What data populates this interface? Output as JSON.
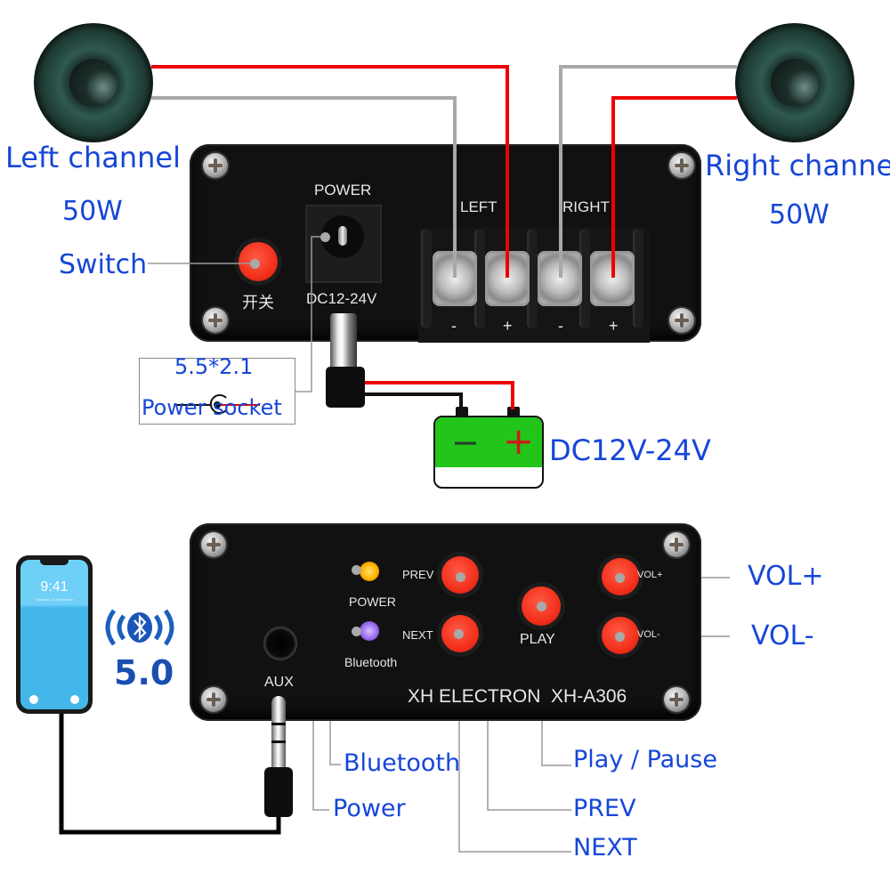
{
  "top_section": {
    "left_speaker": {
      "label": "Left channel",
      "power": "50W"
    },
    "right_speaker": {
      "label": "Right channel",
      "power": "50W"
    },
    "callouts": {
      "switch": "Switch",
      "socket_size": "5.5*2.1",
      "socket_label": "Power socket",
      "socket_minus": "-",
      "socket_plus": "+",
      "supply": "DC12V-24V"
    },
    "panel": {
      "power_label": "POWER",
      "switch_label": "开关",
      "voltage_label": "DC12-24V",
      "left_label": "LEFT",
      "right_label": "RIGHT",
      "terminals": [
        "-",
        "+",
        "-",
        "+"
      ]
    },
    "battery": {
      "minus": "−",
      "plus": "+",
      "color": "#22c51a"
    }
  },
  "bottom_section": {
    "phone": {
      "time": "9:41",
      "date": "Tuesday, 12 September"
    },
    "bluetooth_version": "5.0",
    "panel": {
      "power_led_label": "POWER",
      "bluetooth_led_label": "Bluetooth",
      "aux_label": "AUX",
      "prev_label": "PREV",
      "next_label": "NEXT",
      "play_label": "PLAY",
      "volup_label": "VOL+",
      "voldown_label": "VOL-",
      "brand": "XH ELECTRON  XH-A306"
    },
    "callouts": {
      "vol_up": "VOL+",
      "vol_down": "VOL-",
      "bluetooth": "Bluetooth",
      "power": "Power",
      "play_pause": "Play / Pause",
      "prev": "PREV",
      "next": "NEXT"
    },
    "led_colors": {
      "power": "#ffb300",
      "bluetooth": "#9b6cf0"
    }
  },
  "colors": {
    "label_blue": "#1646d8",
    "wire_red": "#ee0000",
    "wire_gray": "#a8a8a8",
    "button_red": "#f2301c"
  }
}
